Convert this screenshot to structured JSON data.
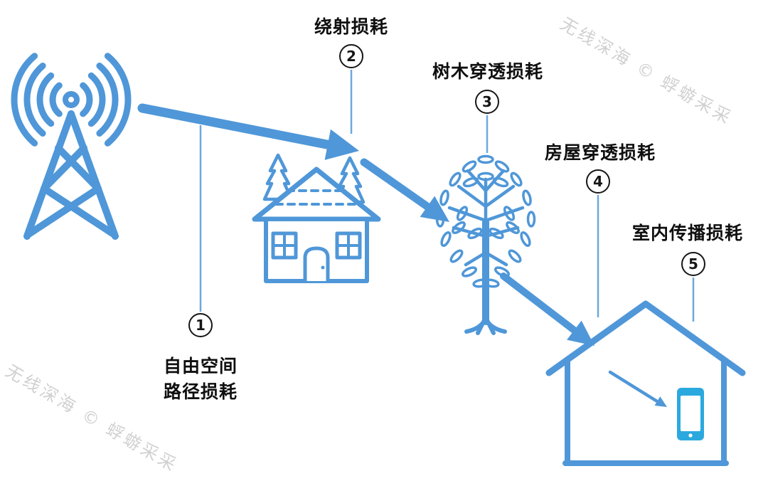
{
  "labels": {
    "free_space": {
      "num": "1",
      "line1": "自由空间",
      "line2": "路径损耗"
    },
    "diffraction": {
      "num": "2",
      "text": "绕射损耗"
    },
    "tree": {
      "num": "3",
      "text": "树木穿透损耗"
    },
    "house": {
      "num": "4",
      "text": "房屋穿透损耗"
    },
    "indoor": {
      "num": "5",
      "text": "室内传播损耗"
    }
  },
  "watermark": {
    "text": "无线深海 © 蜉蝣采采"
  },
  "colors": {
    "accent": "#4F97D8",
    "phone_fill": "#2BA9DF",
    "connector": "#6FA8DC",
    "label_text": "#0F0F0F",
    "callout_border": "#161616",
    "watermark": "#CBCBCB",
    "background": "#FFFFFF"
  }
}
